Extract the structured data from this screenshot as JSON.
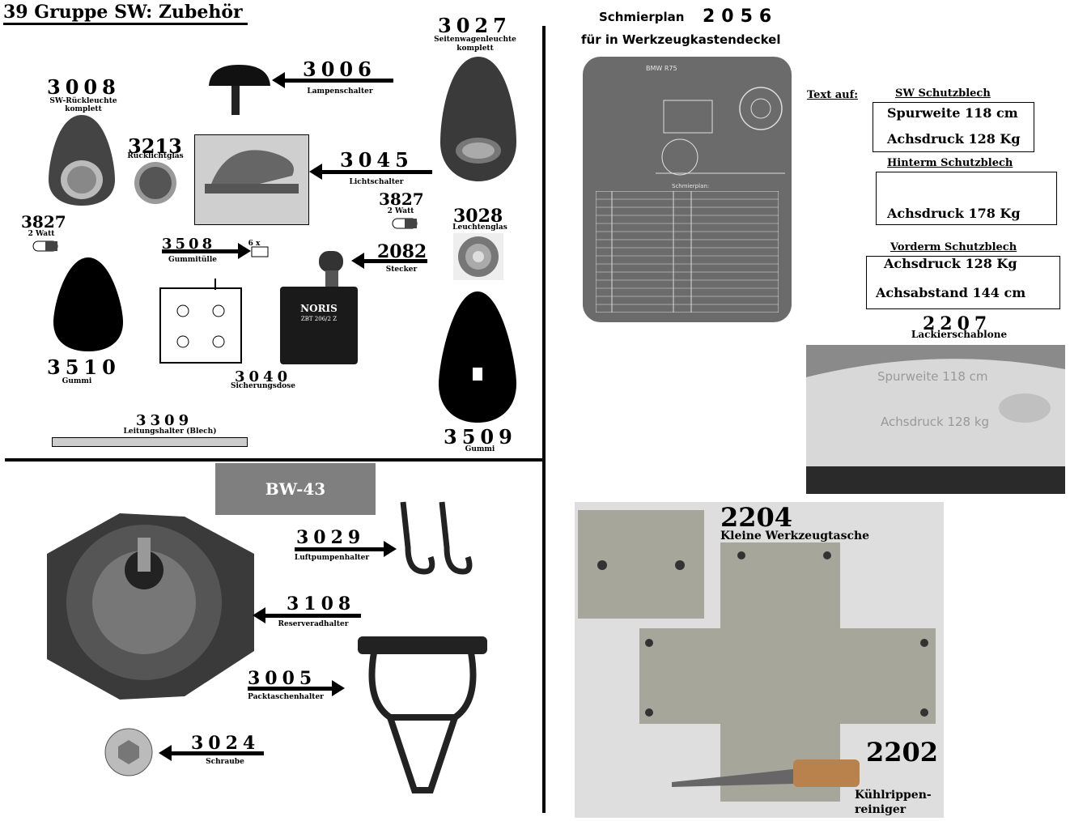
{
  "header": {
    "title": "39 Gruppe SW: Zubehör"
  },
  "parts": {
    "p3006": {
      "num": "3006",
      "label": "Lampenschalter"
    },
    "p3027": {
      "num": "3027",
      "label1": "Seitenwagenleuchte",
      "label2": "komplett"
    },
    "p3008": {
      "num": "3008",
      "label1": "SW-Rückleuchte",
      "label2": "komplett"
    },
    "p3213": {
      "num": "3213",
      "label": "Rücklichtglas"
    },
    "p3045": {
      "num": "3045",
      "label": "Lichtschalter"
    },
    "p3827a": {
      "num": "3827",
      "label": "2 Watt"
    },
    "p3827b": {
      "num": "3827",
      "label": "2 Watt"
    },
    "p3028": {
      "num": "3028",
      "label": "Leuchtenglas"
    },
    "p3508": {
      "num": "3508",
      "label": "Gummitülle",
      "qty": "6 x"
    },
    "p2082": {
      "num": "2082",
      "label": "Stecker"
    },
    "p3510": {
      "num": "3510",
      "label": "Gummi"
    },
    "p3040": {
      "num": "3040",
      "label": "Sicherungsdose"
    },
    "p3509": {
      "num": "3509",
      "label": "Gummi"
    },
    "p3309": {
      "num": "3309",
      "label": "Leitungshalter (Blech)"
    },
    "p3029": {
      "num": "3029",
      "label": "Luftpumpenhalter"
    },
    "p3108": {
      "num": "3108",
      "label": "Reserveradhalter"
    },
    "p3005": {
      "num": "3005",
      "label": "Packtaschenhalter"
    },
    "p3024": {
      "num": "3024",
      "label": "Schraube"
    }
  },
  "noris": {
    "brand": "NORIS",
    "model": "ZBT 206/2 Z"
  },
  "bw43": {
    "label": "BW-43"
  },
  "schmierplan": {
    "title": "Schmierplan",
    "num": "2056",
    "subtitle": "für in Werkzeugkastendeckel",
    "plate_model": "BMW R75",
    "plate_heading": "Schmierplan:"
  },
  "text_auf": {
    "label": "Text auf:",
    "sw_heading": "SW Schutzblech",
    "sw_line1": "Spurweite 118 cm",
    "sw_line2": "Achsdruck 128 Kg",
    "hinterm_heading": "Hinterm Schutzblech",
    "hinterm_line1": "Achsdruck 178 Kg",
    "vorderm_heading": "Vorderm Schutzblech",
    "vorderm_line1": "Achsdruck 128 Kg",
    "vorderm_line2": "Achsabstand 144 cm"
  },
  "p2207": {
    "num": "2207",
    "label": "Lackierschablone",
    "photo_line1": "Spurweite 118 cm",
    "photo_line2": "Achsdruck 128 kg"
  },
  "p2204": {
    "num": "2204",
    "label": "Kleine Werkzeugtasche"
  },
  "p2202": {
    "num": "2202",
    "label1": "Kühlrippen-",
    "label2": "reiniger"
  },
  "colors": {
    "bw43_bg": "#7f7f7f",
    "photo_gray": "#8a8a8a",
    "plate": "#6b6b6b",
    "canvas": "#dedede"
  }
}
